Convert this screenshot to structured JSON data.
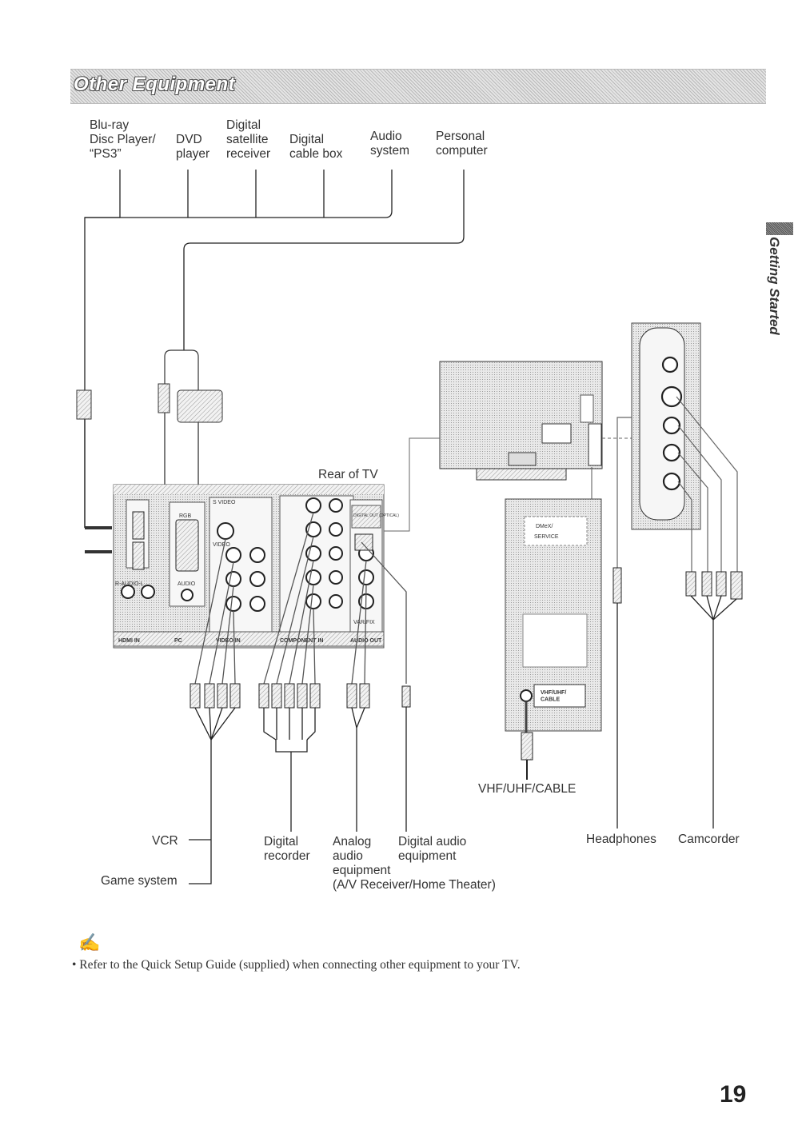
{
  "section": {
    "title": "Other Equipment",
    "side_tab": "Getting Started"
  },
  "sources": [
    {
      "id": "bluray",
      "label": "Blu-ray\nDisc Player/\n“PS3”"
    },
    {
      "id": "dvd",
      "label": "DVD\nplayer"
    },
    {
      "id": "satellite",
      "label": "Digital\nsatellite\nreceiver"
    },
    {
      "id": "cablebox",
      "label": "Digital\ncable box"
    },
    {
      "id": "audio",
      "label": "Audio\nsystem"
    },
    {
      "id": "pc",
      "label": "Personal\ncomputer"
    }
  ],
  "diagram": {
    "rear_tv_label": "Rear of TV",
    "rear_panel": {
      "rgb": "RGB",
      "svideo": "S VIDEO",
      "video": "VIDEO",
      "audio": "AUDIO",
      "hdmi_in": "HDMI IN",
      "pc": "PC",
      "video_in": "VIDEO IN",
      "component_in": "COMPONENT IN",
      "audio_out": "AUDIO OUT",
      "digital_out": "DIGITAL OUT (OPTICAL)",
      "var_fix": "VAR/FIX",
      "r_audio_l": "R-AUDIO-L"
    },
    "side_panel": {
      "dmex": "DMeX/",
      "service": "SERVICE",
      "vhf_uhf_cable": "VHF/UHF/\nCABLE"
    }
  },
  "destinations": {
    "vhf_uhf_cable": "VHF/UHF/CABLE",
    "vcr": "VCR",
    "game_system": "Game system",
    "digital_recorder": "Digital\nrecorder",
    "analog_audio": "Analog\naudio\nequipment",
    "digital_audio": "Digital audio\nequipment",
    "av_receiver": "(A/V Receiver/Home Theater)",
    "headphones": "Headphones",
    "camcorder": "Camcorder"
  },
  "note": "• Refer to the Quick Setup Guide (supplied) when connecting other equipment to your TV.",
  "page_number": "19"
}
